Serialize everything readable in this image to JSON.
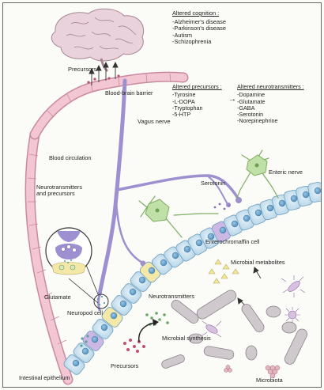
{
  "labels": {
    "precursors_top": "Precursors",
    "blood_brain_barrier": "Blood-brain barrier",
    "vagus_nerve": "Vagus nerve",
    "blood_circulation": "Blood circulation",
    "neurotransmitters_precursors_line1": "Neurotransmitters",
    "neurotransmitters_precursors_line2": "and precursors",
    "serotonin": "Serotonin",
    "enteric_nerve": "Enteric nerve",
    "enterochromaffin_cell": "Enterochromaffin cell",
    "microbial_metabolites": "Microbial metabolites",
    "glutamate": "Glutamate",
    "neuropod_cell": "Neuropod cell",
    "neurotransmitters": "Neurotransmitters",
    "microbial_synthesis": "Microbial synthesis",
    "precursors_bottom": "Precursors",
    "intestinal_epithelium": "Intestinal epithelium",
    "microbiota": "Microbiota"
  },
  "altered_cognition": {
    "title": "Altered cognition :",
    "items": [
      "-Alzheimer's disease",
      "-Parkinson's disease",
      "-Autism",
      "-Schizophrenia"
    ]
  },
  "altered_precursors": {
    "title": "Altered precursors :",
    "items": [
      "-Tyrosine",
      "-L-DOPA",
      "-Tryptophan",
      "-5-HTP"
    ]
  },
  "altered_neurotransmitters": {
    "title": "Altered neurotransmitters :",
    "items": [
      "-Dopamine",
      "-Glutamate",
      "-GABA",
      "-Serotonin",
      "-Norepinephrine"
    ]
  },
  "colors": {
    "blood_vessel": "#f2c6d3",
    "blood_vessel_edge": "#c98aa0",
    "vagus_nerve": "#9d8fd0",
    "epithelium_cell": "#cfe6f3",
    "epithelium_nucleus": "#6fa7cf",
    "neuropod_cell": "#f4e8a8",
    "enteric_neuron": "#bfe0a6",
    "brain": "#ead2dc",
    "microbe": "#c9c3c8"
  }
}
